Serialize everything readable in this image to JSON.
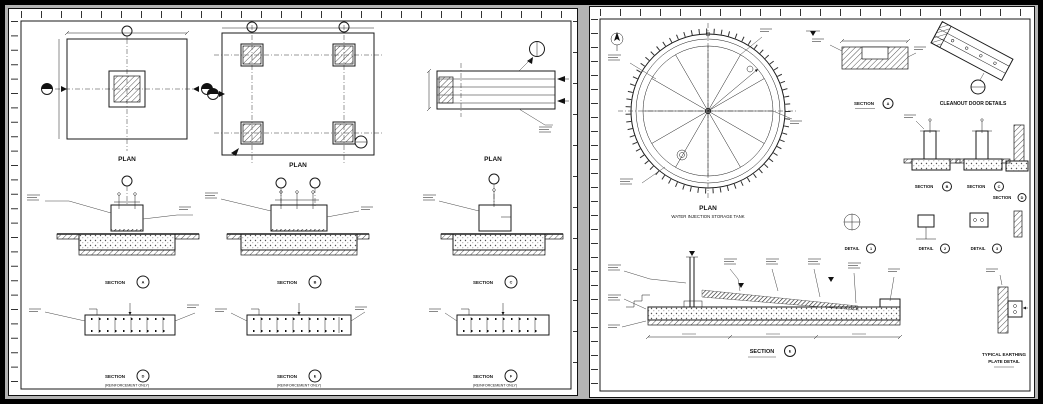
{
  "canvas": {
    "background": "#b4b4b4",
    "frame": "#000000",
    "sheet": "#ffffff",
    "ink": "#1a1a1a"
  },
  "left_sheet": {
    "columns": [
      {
        "plan_label": "PLAN",
        "section_label": "SECTION",
        "section_mark": "A",
        "reinf_label": "SECTION",
        "reinf_mark": "D",
        "reinf_note": "(REINFORCEMENT ONLY)"
      },
      {
        "plan_label": "PLAN",
        "section_label": "SECTION",
        "section_mark": "B",
        "reinf_label": "SECTION",
        "reinf_mark": "E",
        "reinf_note": "(REINFORCEMENT ONLY)"
      },
      {
        "plan_label": "PLAN",
        "section_label": "SECTION",
        "section_mark": "C",
        "reinf_label": "SECTION",
        "reinf_mark": "F",
        "reinf_note": "(REINFORCEMENT ONLY)"
      }
    ]
  },
  "right_sheet": {
    "plan_label": "PLAN",
    "plan_subtitle": "WATER INJECTION STORAGE TANK",
    "cleanout_title": "CLEANOUT DOOR DETAILS",
    "channel_section_label": "SECTION",
    "mid_section_labels": [
      "SECTION",
      "SECTION",
      "SECTION"
    ],
    "detail_labels": [
      "DETAIL",
      "DETAIL",
      "DETAIL"
    ],
    "bottom_section_label": "SECTION",
    "earthing_line1": "TYPICAL EARTHING",
    "earthing_line2": "PLATE DETAIL",
    "marks": {
      "channel": "A",
      "mid1": "B",
      "mid2": "C",
      "mid3": "D",
      "detail1": "1",
      "detail2": "2",
      "detail3": "3",
      "bottom": "E"
    }
  }
}
